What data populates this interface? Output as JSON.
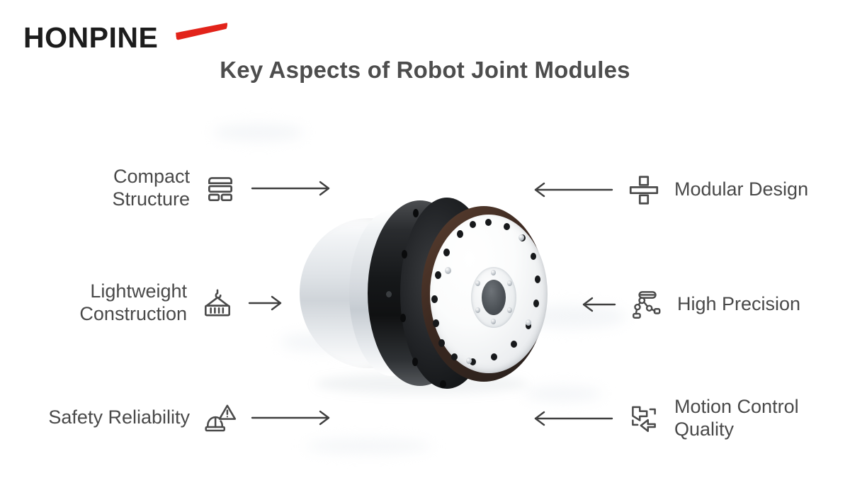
{
  "brand": {
    "logo_text": "HONPINE",
    "logo_accent_color": "#e2231a",
    "logo_text_color": "#1c1c1c"
  },
  "header": {
    "title": "Key Aspects of Robot Joint Modules",
    "title_color": "#4d4d4d"
  },
  "theme": {
    "background": "#ffffff",
    "label_color": "#494949",
    "icon_stroke": "#4a4a4a",
    "arrow_color": "#3f3f3f"
  },
  "aspects": {
    "left": [
      {
        "label": "Compact\nStructure",
        "icon": "stacked-layout-icon",
        "arrow": "arrow-right",
        "arrow_length": "long"
      },
      {
        "label": "Lightweight\nConstruction",
        "icon": "shipping-container-icon",
        "arrow": "arrow-right",
        "arrow_length": "short"
      },
      {
        "label": "Safety Reliability",
        "icon": "safety-helmet-warning-icon",
        "arrow": "arrow-right",
        "arrow_length": "long"
      }
    ],
    "right": [
      {
        "label": "Modular Design",
        "icon": "modular-stack-icon",
        "arrow": "arrow-left",
        "arrow_length": "long"
      },
      {
        "label": "High Precision",
        "icon": "robot-arm-icon",
        "arrow": "arrow-left",
        "arrow_length": "short"
      },
      {
        "label": "Motion Control\nQuality",
        "icon": "motion-transfer-icon",
        "arrow": "arrow-left",
        "arrow_length": "long"
      }
    ]
  },
  "product": {
    "name": "robot-joint-module",
    "description": "Robot joint module actuator with silver cylindrical body, black housing band and white output flange"
  }
}
